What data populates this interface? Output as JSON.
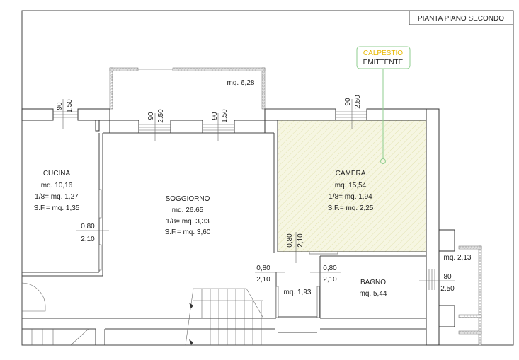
{
  "title": "PIANTA PIANO SECONDO",
  "legend": {
    "line1": "CALPESTIO",
    "line2": "EMITTENTE",
    "line1_color": "#e8b800",
    "leader_color": "#8fce8f"
  },
  "hatch_color": "#f4f4dc",
  "balconies": [
    {
      "area": "mq. 6,28"
    },
    {
      "area": "mq. 2,13"
    }
  ],
  "rooms": {
    "cucina": {
      "name": "CUCINA",
      "area": "mq. 10,16",
      "ratio": "1/8= mq. 1,27",
      "sf": "S.F.= mq. 1,35"
    },
    "soggiorno": {
      "name": "SOGGIORNO",
      "area": "mq. 26.65",
      "ratio": "1/8= mq. 3,33",
      "sf": "S.F.= mq. 3,60"
    },
    "camera": {
      "name": "CAMERA",
      "area": "mq. 15,54",
      "ratio": "1/8= mq. 1,94",
      "sf": "S.F.= mq. 2,25"
    },
    "bagno": {
      "name": "BAGNO",
      "area": "mq. 5,44"
    },
    "disimpegno": {
      "area": "mq. 1,93"
    }
  },
  "openings": {
    "win_cucina": {
      "w": "90",
      "h": "1.50"
    },
    "win_sogg_1": {
      "w": "90",
      "h": "2.50"
    },
    "win_sogg_2": {
      "w": "90",
      "h": "1.50"
    },
    "win_camera": {
      "w": "90",
      "h": "2.50"
    },
    "door_cucina": {
      "w": "0,80",
      "h": "2,10"
    },
    "door_camera": {
      "w": "0,80",
      "h": "2,10"
    },
    "door_dis_left": {
      "w": "0,80",
      "h": "2,10"
    },
    "door_bagno": {
      "w": "0,80",
      "h": "2,10"
    },
    "win_bagno": {
      "w": "80",
      "h": "2.50"
    }
  }
}
